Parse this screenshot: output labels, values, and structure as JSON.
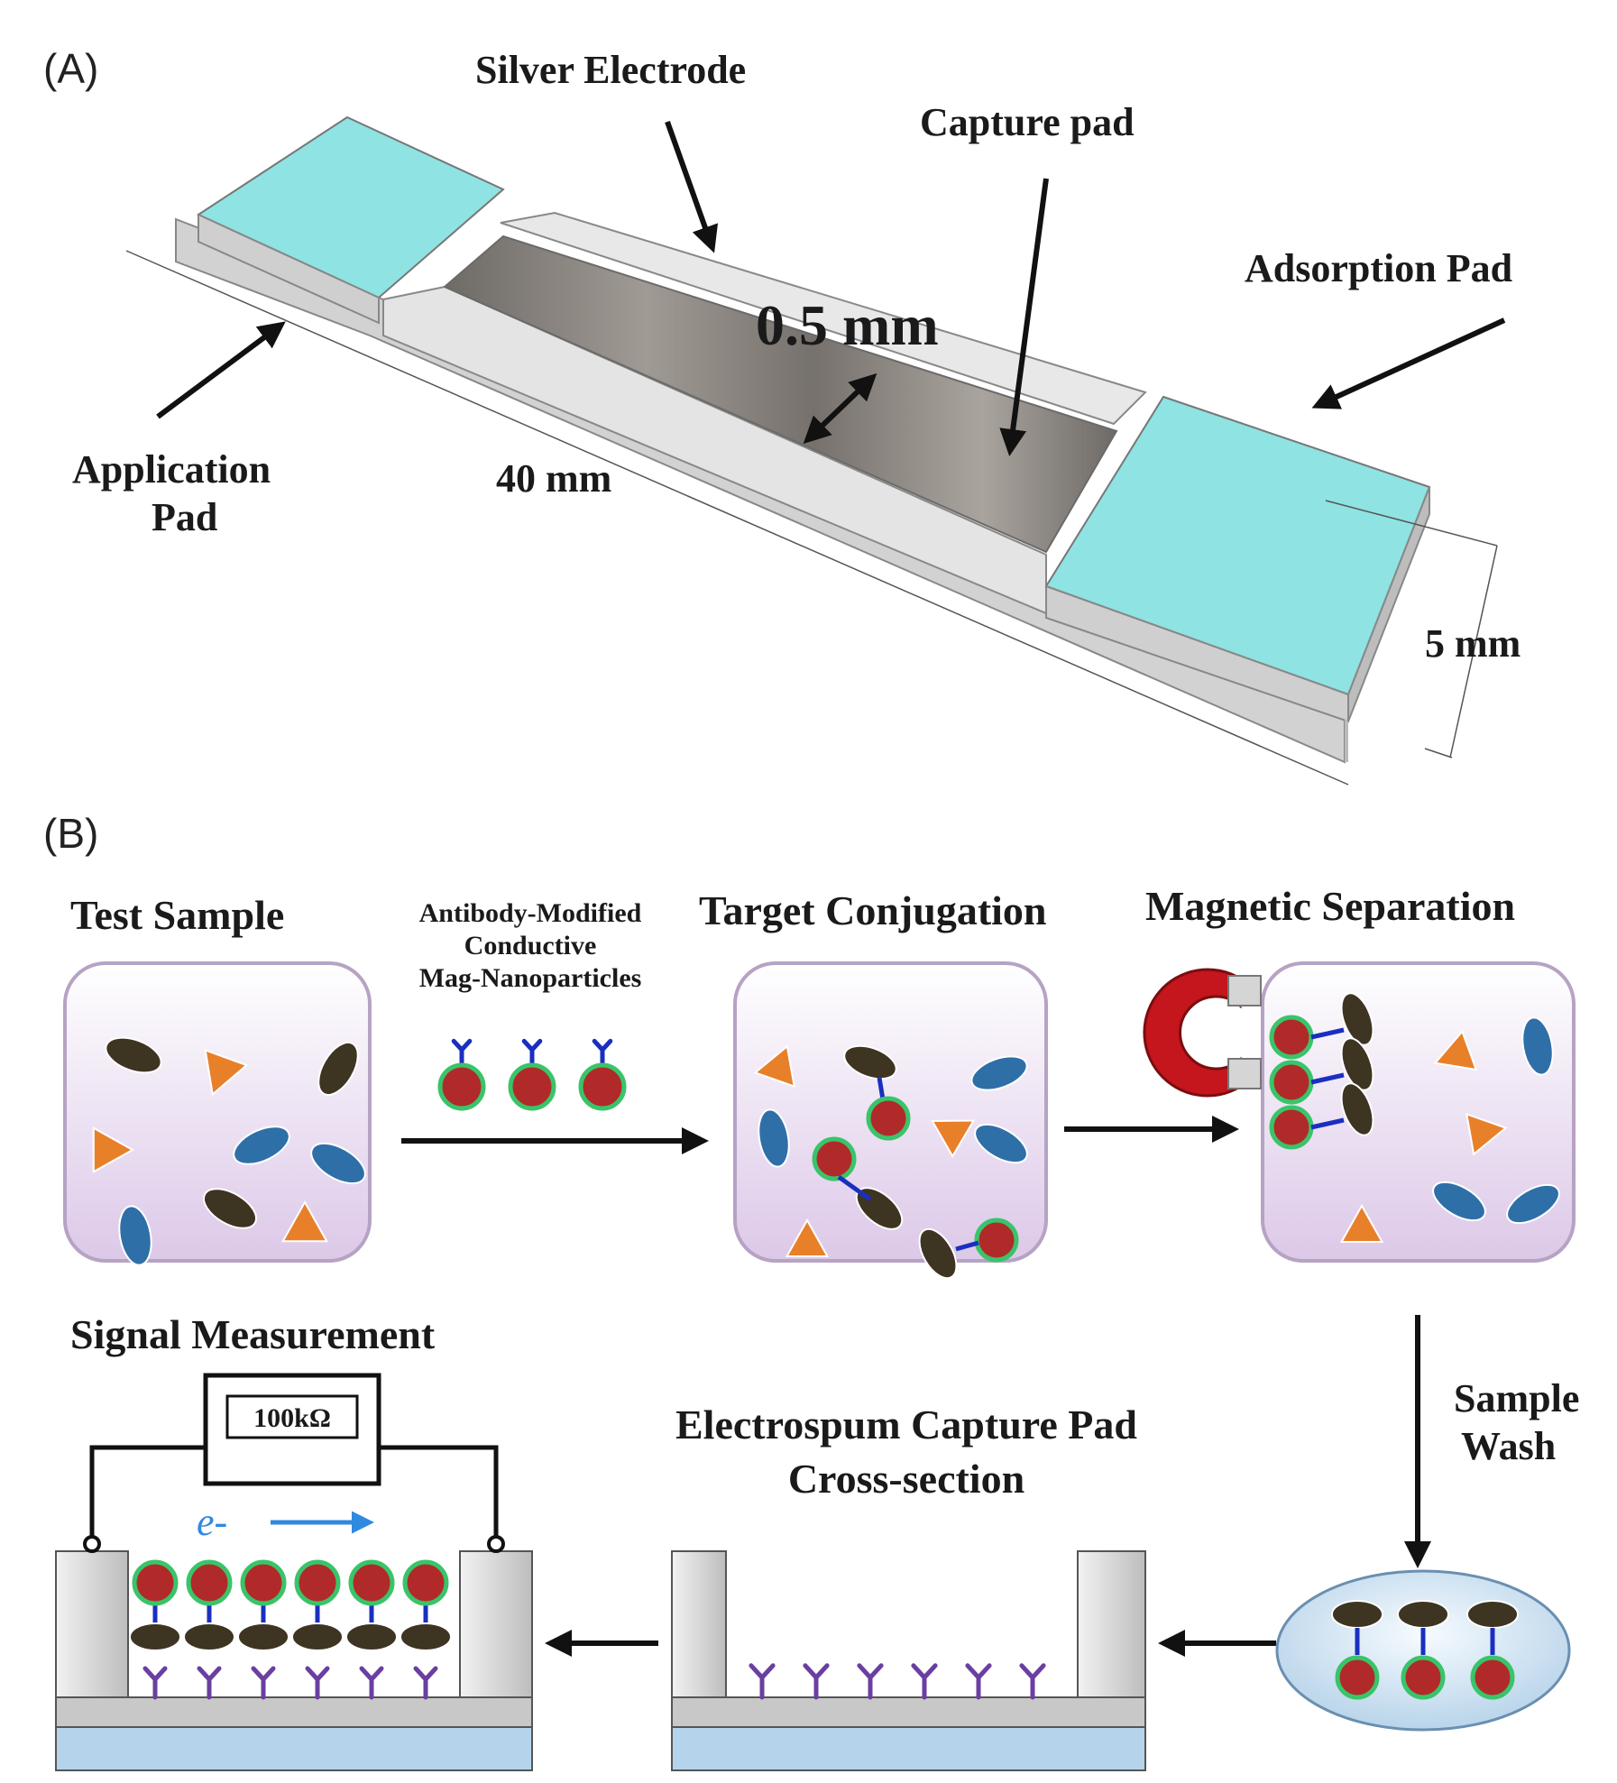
{
  "panel_a": {
    "tag": "(A)",
    "labels": {
      "silver_electrode": "Silver Electrode",
      "capture_pad": "Capture pad",
      "adsorption_pad": "Adsorption Pad",
      "application_pad_line1": "Application",
      "application_pad_line2": "Pad",
      "gap": "0.5 mm",
      "length": "40 mm",
      "width": "5 mm"
    },
    "colors": {
      "pad": "#8fe3e3",
      "electrode": "#e0e0e0",
      "membrane": "#8a8580"
    }
  },
  "panel_b": {
    "tag": "(B)",
    "steps": {
      "test_sample": "Test Sample",
      "antibody_line1": "Antibody-Modified",
      "antibody_line2": "Conductive",
      "antibody_line3": "Mag-Nanoparticles",
      "target_conjugation": "Target Conjugation",
      "magnetic_separation": "Magnetic Separation",
      "sample_wash_line1": "Sample",
      "sample_wash_line2": "Wash",
      "capture_pad_line1": "Electrospum Capture Pad",
      "capture_pad_line2": "Cross-section",
      "signal_measurement": "Signal Measurement"
    },
    "meter_label": "100kΩ",
    "electron_label": "e-",
    "colors": {
      "nanoparticle": "#b02a2a",
      "nanoparticle_ring": "#3ac46a",
      "antibody": "#1a2fc0",
      "target": "#3d3422",
      "blue_particle": "#2f6fa8",
      "orange_particle": "#e8802a",
      "magnet": "#c4161c",
      "capture_antibody": "#6a3fa0",
      "current_arrow": "#2f8ae0"
    }
  }
}
